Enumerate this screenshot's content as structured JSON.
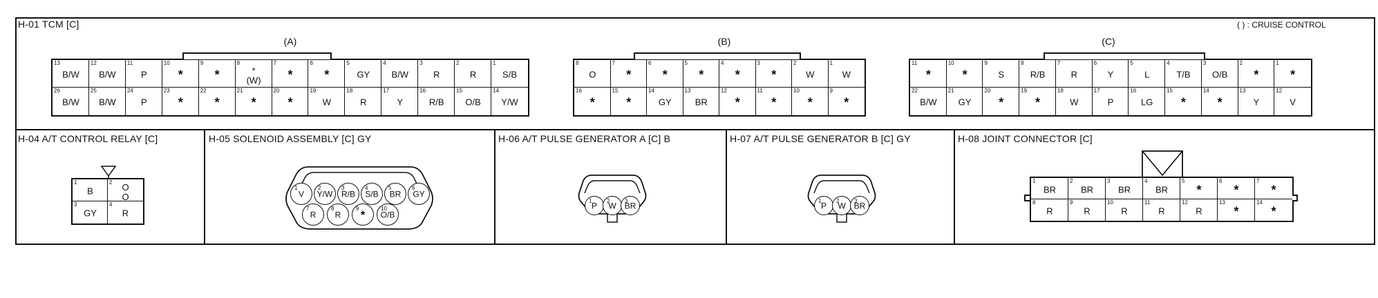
{
  "note": "(    ) : CRUISE CONTROL",
  "h01": {
    "title": "H-01 TCM [C]",
    "A": {
      "label": "(A)",
      "top": [
        {
          "pin": "13",
          "val": "B/W"
        },
        {
          "pin": "12",
          "val": "B/W"
        },
        {
          "pin": "11",
          "val": "P"
        },
        {
          "pin": "10",
          "val": "*"
        },
        {
          "pin": "9",
          "val": "*"
        },
        {
          "pin": "8",
          "val": "*\n(W)"
        },
        {
          "pin": "7",
          "val": "*"
        },
        {
          "pin": "6",
          "val": "*"
        },
        {
          "pin": "5",
          "val": "GY"
        },
        {
          "pin": "4",
          "val": "B/W"
        },
        {
          "pin": "3",
          "val": "R"
        },
        {
          "pin": "2",
          "val": "R"
        },
        {
          "pin": "1",
          "val": "S/B"
        }
      ],
      "bottom": [
        {
          "pin": "26",
          "val": "B/W"
        },
        {
          "pin": "25",
          "val": "B/W"
        },
        {
          "pin": "24",
          "val": "P"
        },
        {
          "pin": "23",
          "val": "*"
        },
        {
          "pin": "22",
          "val": "*"
        },
        {
          "pin": "21",
          "val": "*"
        },
        {
          "pin": "20",
          "val": "*"
        },
        {
          "pin": "19",
          "val": "W"
        },
        {
          "pin": "18",
          "val": "R"
        },
        {
          "pin": "17",
          "val": "Y"
        },
        {
          "pin": "16",
          "val": "R/B"
        },
        {
          "pin": "15",
          "val": "O/B"
        },
        {
          "pin": "14",
          "val": "Y/W"
        }
      ]
    },
    "B": {
      "label": "(B)",
      "top": [
        {
          "pin": "8",
          "val": "O"
        },
        {
          "pin": "7",
          "val": "*"
        },
        {
          "pin": "6",
          "val": "*"
        },
        {
          "pin": "5",
          "val": "*"
        },
        {
          "pin": "4",
          "val": "*"
        },
        {
          "pin": "3",
          "val": "*"
        },
        {
          "pin": "2",
          "val": "W"
        },
        {
          "pin": "1",
          "val": "W"
        }
      ],
      "bottom": [
        {
          "pin": "16",
          "val": "*"
        },
        {
          "pin": "15",
          "val": "*"
        },
        {
          "pin": "14",
          "val": "GY"
        },
        {
          "pin": "13",
          "val": "BR"
        },
        {
          "pin": "12",
          "val": "*"
        },
        {
          "pin": "11",
          "val": "*"
        },
        {
          "pin": "10",
          "val": "*"
        },
        {
          "pin": "9",
          "val": "*"
        }
      ]
    },
    "C": {
      "label": "(C)",
      "top": [
        {
          "pin": "11",
          "val": "*"
        },
        {
          "pin": "10",
          "val": "*"
        },
        {
          "pin": "9",
          "val": "S"
        },
        {
          "pin": "8",
          "val": "R/B"
        },
        {
          "pin": "7",
          "val": "R"
        },
        {
          "pin": "6",
          "val": "Y"
        },
        {
          "pin": "5",
          "val": "L"
        },
        {
          "pin": "4",
          "val": "T/B"
        },
        {
          "pin": "3",
          "val": "O/B"
        },
        {
          "pin": "2",
          "val": "*"
        },
        {
          "pin": "1",
          "val": "*"
        }
      ],
      "bottom": [
        {
          "pin": "22",
          "val": "B/W"
        },
        {
          "pin": "21",
          "val": "GY"
        },
        {
          "pin": "20",
          "val": "*"
        },
        {
          "pin": "19",
          "val": "*"
        },
        {
          "pin": "18",
          "val": "W"
        },
        {
          "pin": "17",
          "val": "P"
        },
        {
          "pin": "16",
          "val": "LG"
        },
        {
          "pin": "15",
          "val": "*"
        },
        {
          "pin": "14",
          "val": "*"
        },
        {
          "pin": "13",
          "val": "Y"
        },
        {
          "pin": "12",
          "val": "V"
        }
      ]
    }
  },
  "h04": {
    "title": "H-04 A/T CONTROL RELAY [C]",
    "cells": [
      {
        "pin": "1",
        "val": "B"
      },
      {
        "pin": "2",
        "val": "O\nO"
      },
      {
        "pin": "3",
        "val": "GY"
      },
      {
        "pin": "4",
        "val": "R"
      }
    ]
  },
  "h05": {
    "title": "H-05 SOLENOID ASSEMBLY [C] GY",
    "top": [
      {
        "pin": "1",
        "val": "V"
      },
      {
        "pin": "2",
        "val": "Y/W"
      },
      {
        "pin": "3",
        "val": "R/B"
      },
      {
        "pin": "4",
        "val": "S/B"
      },
      {
        "pin": "5",
        "val": "BR"
      },
      {
        "pin": "6",
        "val": "GY"
      }
    ],
    "bottom": [
      {
        "pin": "7",
        "val": "R"
      },
      {
        "pin": "8",
        "val": "R"
      },
      {
        "pin": "9",
        "val": "*"
      },
      {
        "pin": "10",
        "val": "O/B"
      }
    ]
  },
  "h06": {
    "title": "H-06 A/T PULSE GENERATOR A [C] B",
    "pins": [
      {
        "pin": "1",
        "val": "P"
      },
      {
        "pin": "2",
        "val": "W"
      },
      {
        "pin": "3",
        "val": "BR"
      }
    ]
  },
  "h07": {
    "title": "H-07 A/T PULSE GENERATOR B [C] GY",
    "pins": [
      {
        "pin": "1",
        "val": "P"
      },
      {
        "pin": "2",
        "val": "W"
      },
      {
        "pin": "3",
        "val": "BR"
      }
    ]
  },
  "h08": {
    "title": "H-08 JOINT CONNECTOR [C]",
    "top": [
      {
        "pin": "1",
        "val": "BR"
      },
      {
        "pin": "2",
        "val": "BR"
      },
      {
        "pin": "3",
        "val": "BR"
      },
      {
        "pin": "4",
        "val": "BR"
      },
      {
        "pin": "5",
        "val": "*"
      },
      {
        "pin": "6",
        "val": "*"
      },
      {
        "pin": "7",
        "val": "*"
      }
    ],
    "bottom": [
      {
        "pin": "8",
        "val": "R"
      },
      {
        "pin": "9",
        "val": "R"
      },
      {
        "pin": "10",
        "val": "R"
      },
      {
        "pin": "11",
        "val": "R"
      },
      {
        "pin": "12",
        "val": "R"
      },
      {
        "pin": "13",
        "val": "*"
      },
      {
        "pin": "14",
        "val": "*"
      }
    ]
  }
}
